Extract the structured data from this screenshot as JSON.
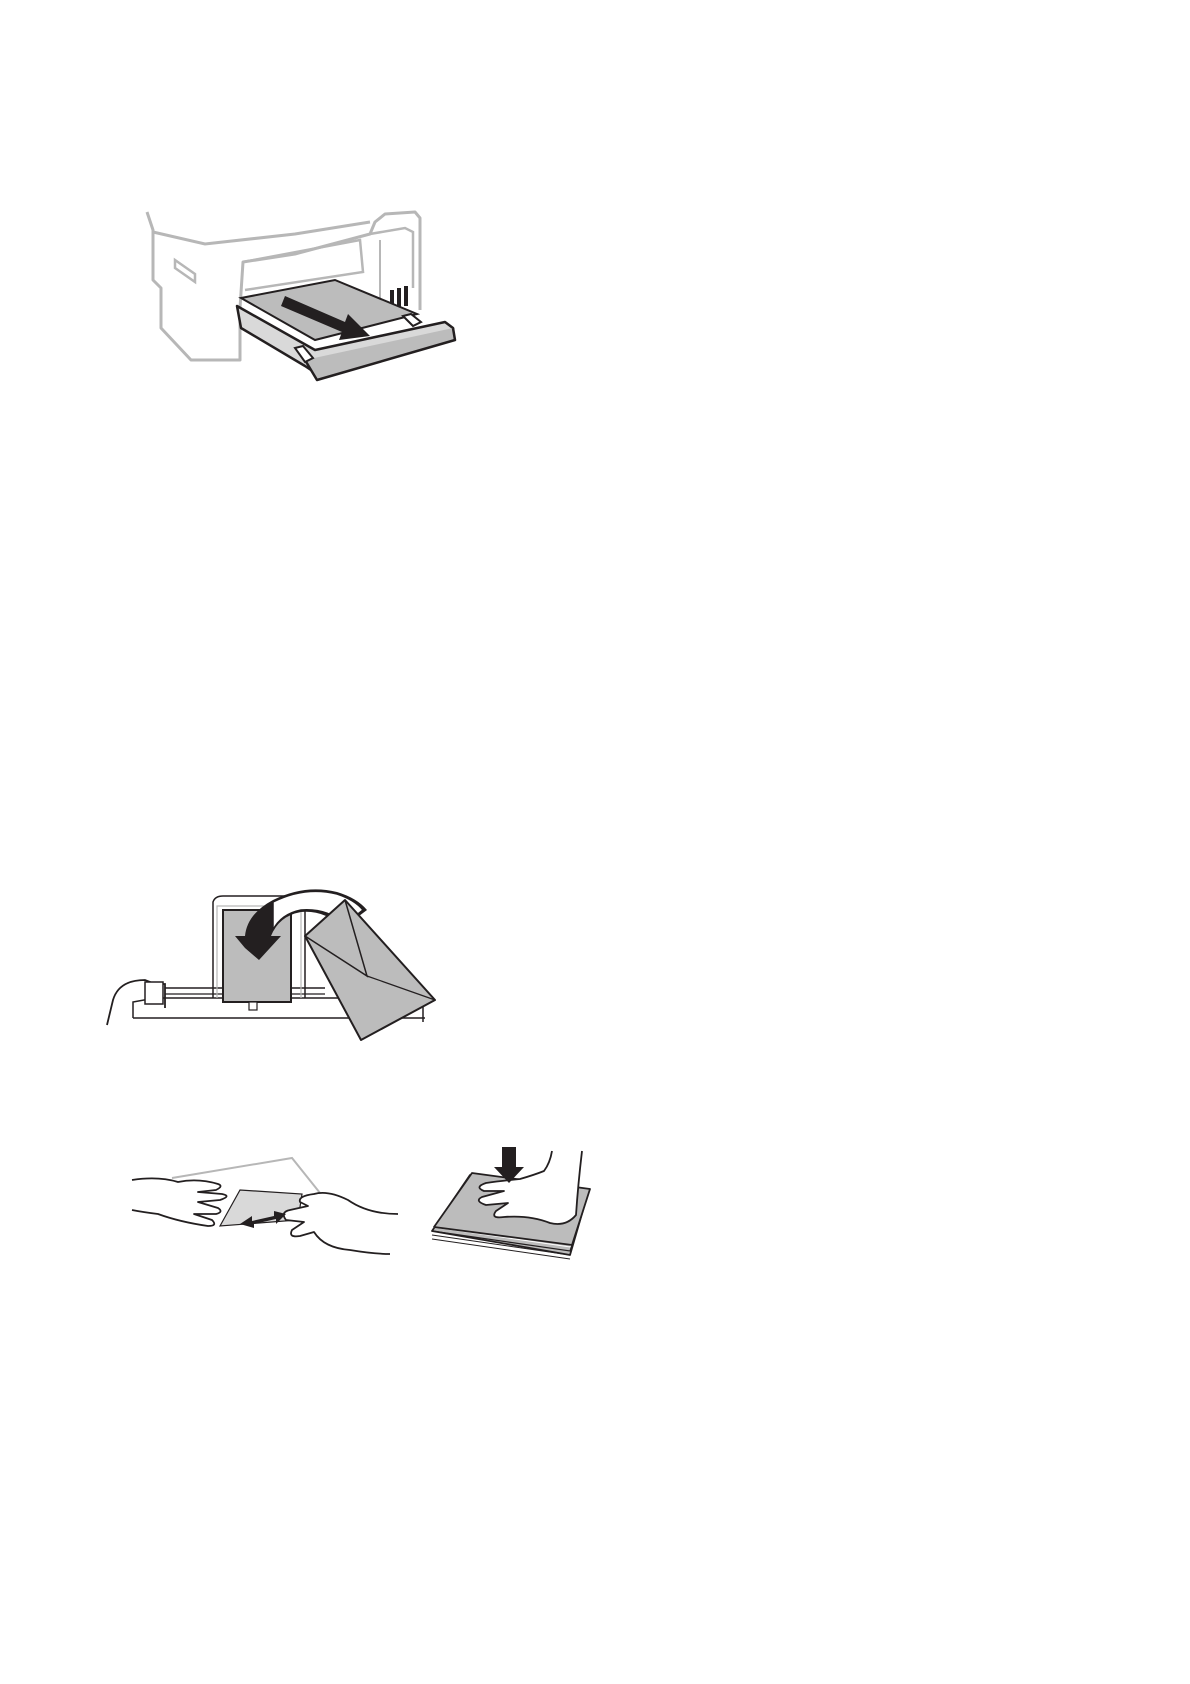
{
  "page": {
    "background": "#ffffff"
  },
  "figures": [
    {
      "name": "printer-paper-cassette-illustration",
      "icon": "printer-tray-pull-out"
    },
    {
      "name": "envelope-loading-illustration",
      "icon": "envelope-flap-fold"
    },
    {
      "name": "envelope-edge-flattening-illustration",
      "icon": "hands-flatten-envelope"
    },
    {
      "name": "envelope-stack-pressing-illustration",
      "icon": "hand-press-stack"
    }
  ],
  "colors": {
    "line": "#231f20",
    "light_line": "#b7b7b7",
    "fill_gray": "#bcbcbc",
    "fill_light": "#d9d9d9"
  }
}
